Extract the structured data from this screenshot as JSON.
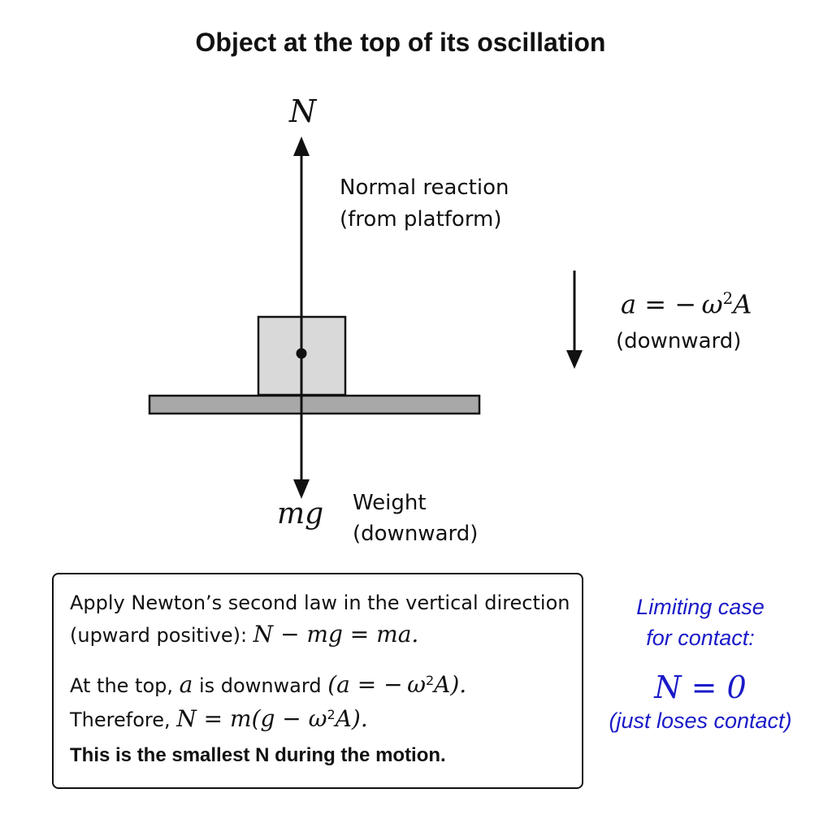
{
  "title": "Object at the top of its oscillation",
  "forces": {
    "normal": {
      "symbol": "N",
      "label_line1": "Normal reaction",
      "label_line2": "(from platform)"
    },
    "weight": {
      "symbol": "mg",
      "label_line1": "Weight",
      "label_line2": "(downward)"
    }
  },
  "acceleration": {
    "eq_lhs": "a = − ω",
    "eq_exp": "2",
    "eq_rhs": "A",
    "direction": "(downward)"
  },
  "explanation": {
    "line1": "Apply Newton’s second law in the vertical direction",
    "line2_text": "(upward positive): ",
    "line2_math": "N − mg = ma.",
    "line3_a": "At the top, ",
    "line3_math1": "a",
    "line3_b": " is downward ",
    "line3_math2a": "(a = − ω",
    "line3_exp": "2",
    "line3_math2b": "A).",
    "line4_text": "Therefore, ",
    "line4_math_a": "N = m(g − ω",
    "line4_exp": "2",
    "line4_math_b": "A).",
    "line5": "This is the smallest N during the motion."
  },
  "limiting_case": {
    "title_line1": "Limiting case",
    "title_line2": "for contact:",
    "equation": "N = 0",
    "note": "(just loses contact)"
  },
  "colors": {
    "ink": "#111111",
    "block_fill": "#d9d9d9",
    "platform_fill": "#a8a8a8",
    "accent_blue": "#1a1ac8"
  }
}
